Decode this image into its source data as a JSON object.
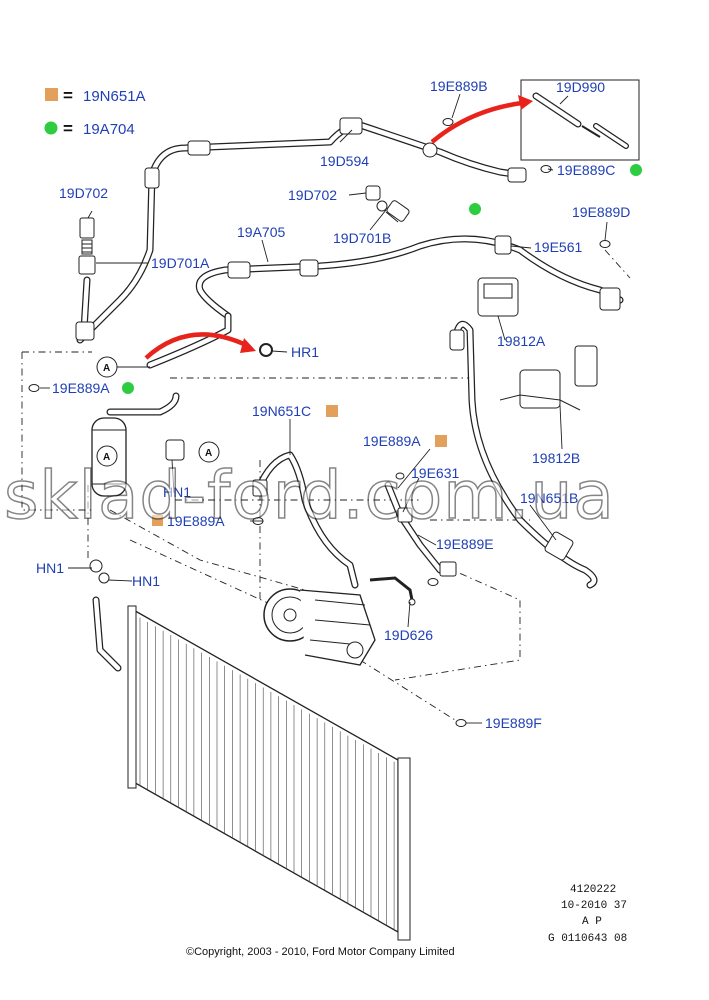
{
  "legend": {
    "orange_square_part": "19N651A",
    "green_dot_part": "19A704",
    "equals": "=",
    "colors": {
      "orange": "#e3a05b",
      "green": "#2ecc40"
    }
  },
  "labels": {
    "p19E889B": "19E889B",
    "p19D990": "19D990",
    "p19D594": "19D594",
    "p19E889C": "19E889C",
    "p19D702_left": "19D702",
    "p19D702_mid": "19D702",
    "p19D701B": "19D701B",
    "p19E889D": "19E889D",
    "p19A705": "19A705",
    "p19D701A": "19D701A",
    "p19E561": "19E561",
    "pHR1": "HR1",
    "p19812A": "19812A",
    "p19E889A_left": "19E889A",
    "p19N651C": "19N651C",
    "p19E889A_mid": "19E889A",
    "p19812B": "19812B",
    "p19E631": "19E631",
    "pHN1_upper": "HN1",
    "p19E889A_lower": "19E889A",
    "p19N651B": "19N651B",
    "p19E889E": "19E889E",
    "pHN1_left": "HN1",
    "pHN1_right": "HN1",
    "p19D626": "19D626",
    "p19E889F": "19E889F"
  },
  "callouts": {
    "a_top": "A",
    "a_mid": "A",
    "a_low": "A"
  },
  "watermark": "sklad-ford.com.ua",
  "reference": {
    "line1": "4120222",
    "line2": "10-2010 37",
    "line3": "A P",
    "line4": "G 0110643 08"
  },
  "copyright": "©Copyright, 2003 - 2010, Ford Motor Company Limited",
  "accent_colors": {
    "label_blue": "#1f3fb6",
    "arrow_red": "#e8231b"
  }
}
